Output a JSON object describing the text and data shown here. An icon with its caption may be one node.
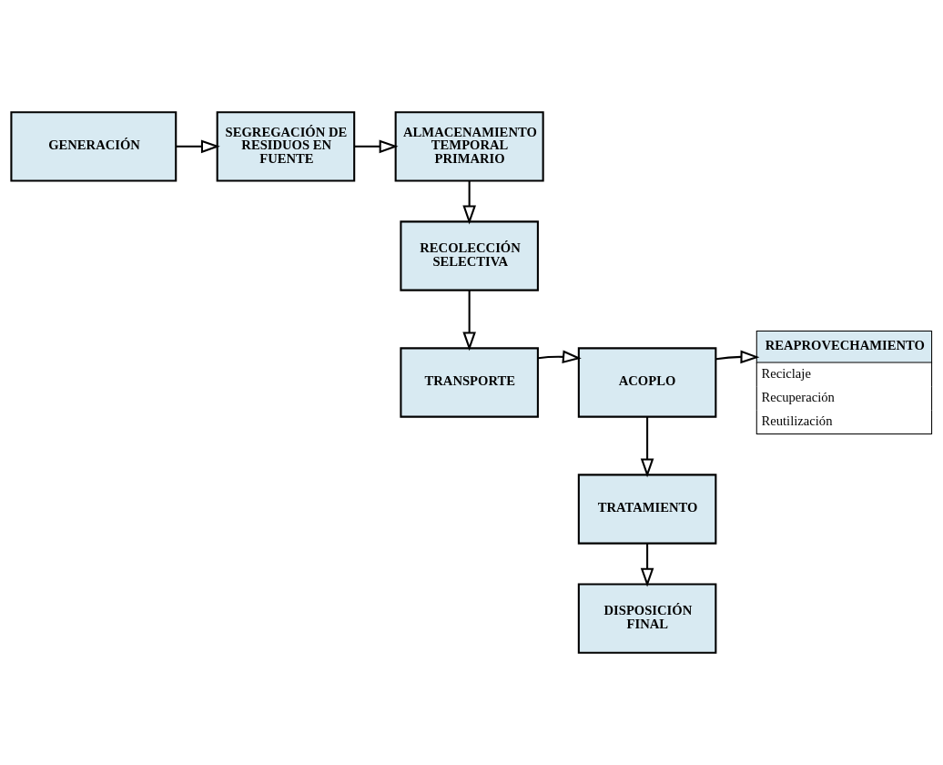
{
  "diagram": {
    "nodes": [
      {
        "text": [
          "GENERACIÓN"
        ]
      },
      {
        "text": [
          "SEGREGACIÓN DE RESIDUOS EN FUENTE"
        ]
      },
      {
        "text": [
          "ALMACENAMIENTO TEMPORAL PRIMARIO"
        ]
      },
      {
        "text": [
          "RECOLECCIÓN SELECTIVA"
        ]
      },
      {
        "text": [
          "TRANSPORTE"
        ]
      },
      {
        "text": [
          "ACOPLO"
        ]
      },
      {
        "text": [
          "REAPROVECHAMIENTO",
          "Reciclaje",
          "Recuperación",
          "Reutilización"
        ]
      },
      {
        "text": [
          "TRATAMIENTO"
        ]
      },
      {
        "text": [
          "DISPOSICIÓN FINAL"
        ]
      }
    ],
    "edges": [
      {
        "from": 0,
        "to": 1,
        "arrow": "to"
      },
      {
        "from": 1,
        "to": 2,
        "arrow": "to"
      },
      {
        "from": 2,
        "to": 3,
        "arrow": "to"
      },
      {
        "from": 3,
        "to": 4,
        "arrow": "to"
      },
      {
        "from": 4,
        "to": 5,
        "arrow": "to"
      },
      {
        "from": 5,
        "to": 6,
        "arrow": "to"
      },
      {
        "from": 5,
        "to": 7,
        "arrow": "to"
      },
      {
        "from": 7,
        "to": 8,
        "arrow": "to"
      }
    ]
  }
}
